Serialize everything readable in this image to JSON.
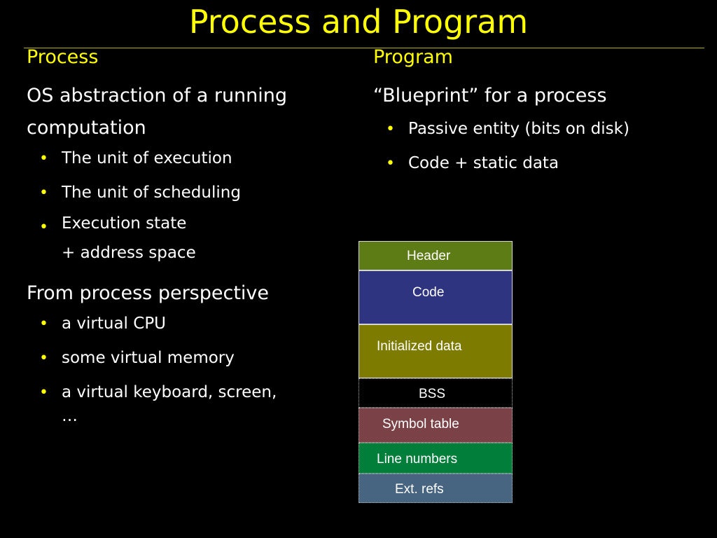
{
  "title": "Process and Program",
  "process": {
    "heading": "Process",
    "para1": "OS abstraction of a running computation",
    "bullets1": [
      "The unit of execution",
      "The unit of scheduling"
    ],
    "bullet_state_line1": "Execution state",
    "bullet_state_line2": "+ address space",
    "para2": "From process perspective",
    "bullets2": [
      "a virtual CPU",
      "some virtual memory"
    ],
    "bullet_io_line1": "a virtual keyboard, screen,",
    "bullet_io_line2": "…"
  },
  "program": {
    "heading": "Program",
    "para": "“Blueprint” for a process",
    "bullets": [
      "Passive entity (bits on disk)",
      "Code + static data"
    ]
  },
  "segments": [
    {
      "label": "Header",
      "color": "#5e7c16"
    },
    {
      "label": "Code",
      "color": "#2e3480"
    },
    {
      "label": "Initialized data",
      "color": "#7d7c00"
    },
    {
      "label": "BSS",
      "color": "#000000"
    },
    {
      "label": "Symbol table",
      "color": "#7a4246"
    },
    {
      "label": "Line numbers",
      "color": "#007e3a"
    },
    {
      "label": "Ext. refs",
      "color": "#476480"
    }
  ],
  "bullet_glyph": "•"
}
